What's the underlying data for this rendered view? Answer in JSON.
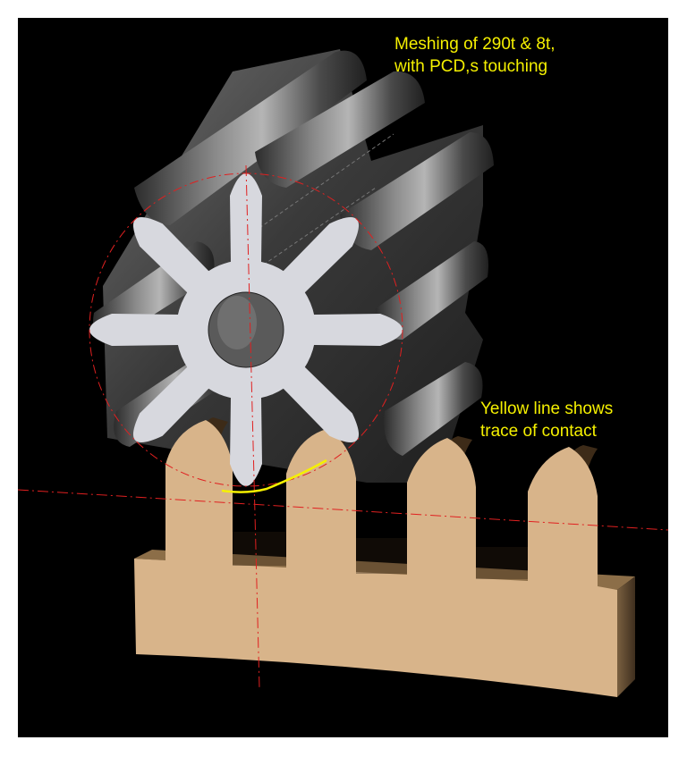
{
  "annotations": {
    "meshing_line1": "Meshing of 290t & 8t,",
    "meshing_line2": "with PCD,s touching",
    "trace_line1": "Yellow line shows",
    "trace_line2": "trace of contact"
  },
  "colors": {
    "background": "#000000",
    "frame": "#ffffff",
    "gear_face": "#d7d8de",
    "gear_body": "#4a4a4a",
    "rack_face": "#d8b48a",
    "rack_side": "#5a4530",
    "centerline": "#e02020",
    "contact_trace": "#f5f000",
    "text": "#f5f000"
  }
}
